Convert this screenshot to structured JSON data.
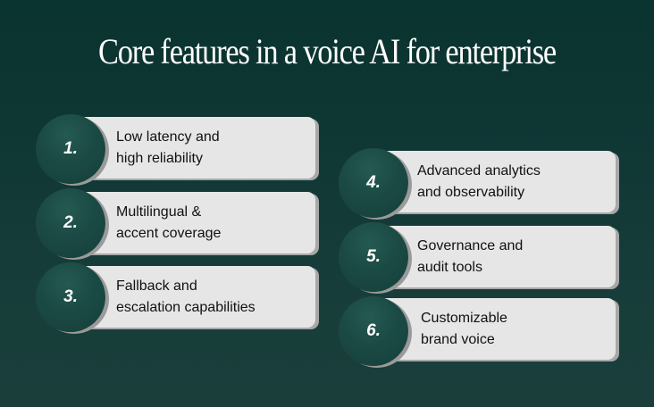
{
  "title": "Core features in a voice AI for enterprise",
  "colors": {
    "background_top": "#0a3430",
    "background_bottom": "#1a3f3b",
    "card": "#e6e6e6",
    "card_shadow": "#a8a8a8",
    "badge": "#1b4a44",
    "title_text": "#ffffff",
    "card_text": "#111111"
  },
  "features": [
    {
      "number": "1.",
      "text": "Low latency and\nhigh reliability"
    },
    {
      "number": "2.",
      "text": "Multilingual &\naccent coverage"
    },
    {
      "number": "3.",
      "text": "Fallback and\nescalation capabilities"
    },
    {
      "number": "4.",
      "text": "Advanced analytics\nand observability"
    },
    {
      "number": "5.",
      "text": "Governance and\naudit tools"
    },
    {
      "number": "6.",
      "text": "Customizable\nbrand voice"
    }
  ]
}
